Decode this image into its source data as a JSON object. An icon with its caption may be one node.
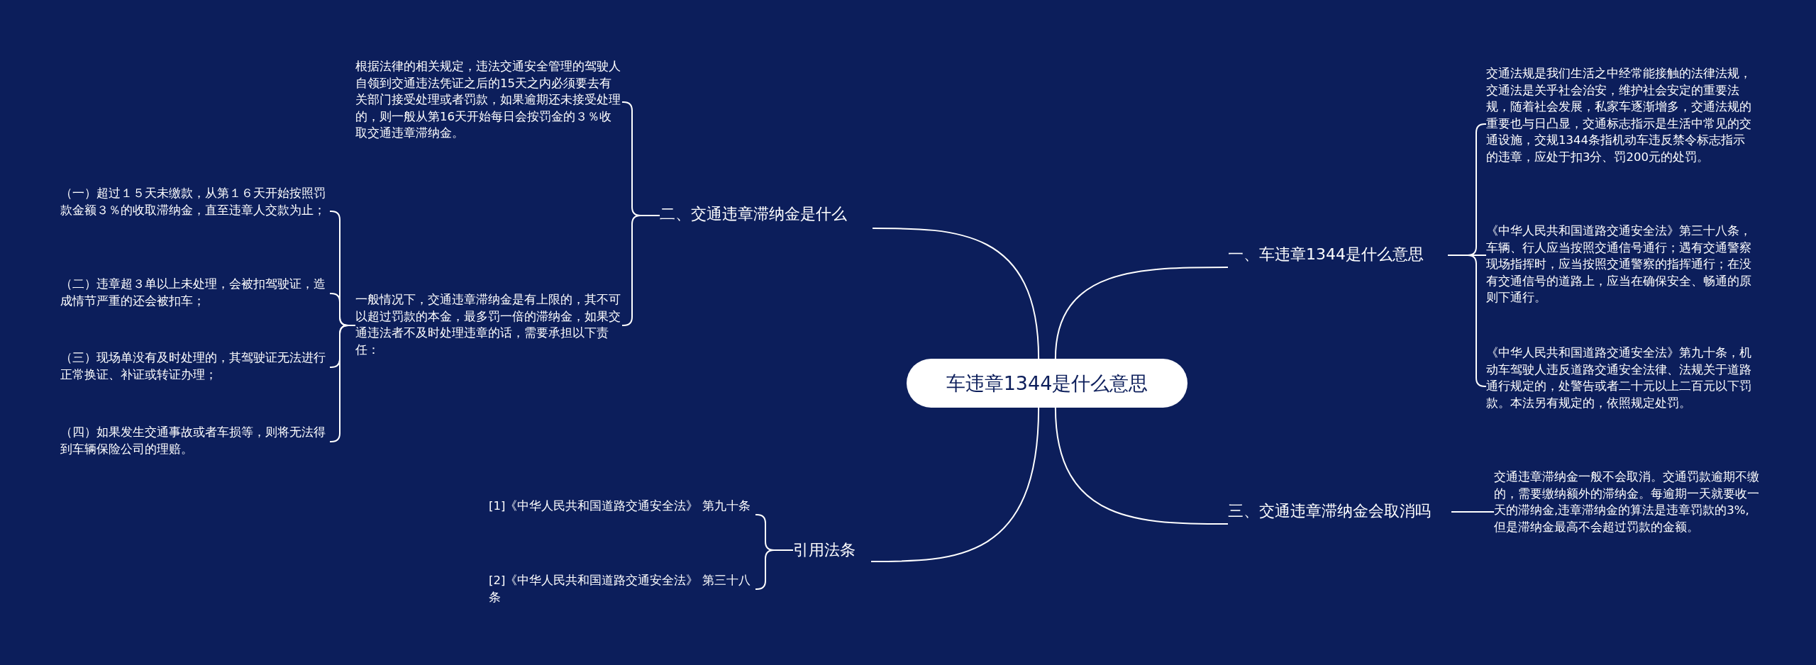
{
  "diagram": {
    "nodes": [
      {
        "text": [
          "车违章1344是什么意思"
        ]
      },
      {
        "text": [
          "二、交通违章滞纳金是什么"
        ]
      },
      {
        "text": [
          "根据法律的相关规定，违法交通安全管理的驾驶人自领到交通违法凭证之后的15天之内必须要去有关部门接受处理或者罚款，如果逾期还未接受处理的，则一般从第16天开始每日会按罚金的３％收取交通违章滞纳金。"
        ]
      },
      {
        "text": [
          "一般情况下，交通违章滞纳金是有上限的，其不可以超过罚款的本金，最多罚一倍的滞纳金，如果交通违法者不及时处理违章的话，需要承担以下责任："
        ]
      },
      {
        "text": [
          "（一）超过１５天未缴款，从第１６天开始按照罚款金额３％的收取滞纳金，直至违章人交款为止；"
        ]
      },
      {
        "text": [
          "（二）违章超３单以上未处理，会被扣驾驶证，造成情节严重的还会被扣车；"
        ]
      },
      {
        "text": [
          "（三）现场单没有及时处理的，其驾驶证无法进行正常换证、补证或转证办理；"
        ]
      },
      {
        "text": [
          "（四）如果发生交通事故或者车损等，则将无法得到车辆保险公司的理赔。"
        ]
      },
      {
        "text": [
          "引用法条"
        ]
      },
      {
        "text": [
          "[1]《中华人民共和国道路交通安全法》 第九十条"
        ]
      },
      {
        "text": [
          "[2]《中华人民共和国道路交通安全法》 第三十八条"
        ]
      },
      {
        "text": [
          "一、车违章1344是什么意思"
        ]
      },
      {
        "text": [
          "交通法规是我们生活之中经常能接触的法律法规，交通法是关乎社会治安，维护社会安定的重要法规，随着社会发展，私家车逐渐增多，交通法规的重要也与日凸显，交通标志指示是生活中常见的交通设施，交规1344条指机动车违反禁令标志指示的违章，应处于扣3分、罚200元的处罚。"
        ]
      },
      {
        "text": [
          "《中华人民共和国道路交通安全法》第三十八条，车辆、行人应当按照交通信号通行；遇有交通警察现场指挥时，应当按照交通警察的指挥通行；在没有交通信号的道路上，应当在确保安全、畅通的原则下通行。"
        ]
      },
      {
        "text": [
          "《中华人民共和国道路交通安全法》第九十条，机动车驾驶人违反道路交通安全法律、法规关于道路通行规定的，处警告或者二十元以上二百元以下罚款。本法另有规定的，依照规定处罚。"
        ]
      },
      {
        "text": [
          "三、交通违章滞纳金会取消吗"
        ]
      },
      {
        "text": [
          "交通违章滞纳金一般不会取消。交通罚款逾期不缴的，需要缴纳额外的滞纳金。每逾期一天就要收一天的滞纳金,违章滞纳金的算法是违章罚款的3%,但是滞纳金最高不会超过罚款的金额。"
        ]
      }
    ],
    "edges": [
      {
        "from": 0,
        "to": 1,
        "arrow": "none"
      },
      {
        "from": 1,
        "to": 2,
        "arrow": "none"
      },
      {
        "from": 1,
        "to": 3,
        "arrow": "none"
      },
      {
        "from": 3,
        "to": 4,
        "arrow": "none"
      },
      {
        "from": 3,
        "to": 5,
        "arrow": "none"
      },
      {
        "from": 3,
        "to": 6,
        "arrow": "none"
      },
      {
        "from": 3,
        "to": 7,
        "arrow": "none"
      },
      {
        "from": 0,
        "to": 8,
        "arrow": "none"
      },
      {
        "from": 8,
        "to": 9,
        "arrow": "none"
      },
      {
        "from": 8,
        "to": 10,
        "arrow": "none"
      },
      {
        "from": 0,
        "to": 11,
        "arrow": "none"
      },
      {
        "from": 11,
        "to": 12,
        "arrow": "none"
      },
      {
        "from": 11,
        "to": 13,
        "arrow": "none"
      },
      {
        "from": 11,
        "to": 14,
        "arrow": "none"
      },
      {
        "from": 0,
        "to": 15,
        "arrow": "none"
      },
      {
        "from": 15,
        "to": 16,
        "arrow": "none"
      }
    ]
  }
}
